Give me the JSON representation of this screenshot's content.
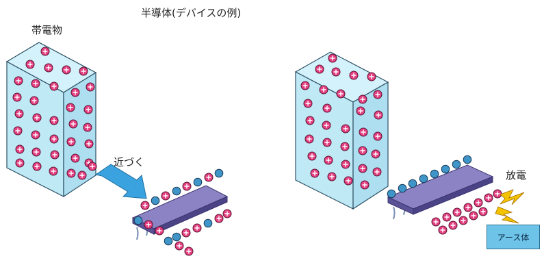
{
  "title": "半導体(デバイスの例)",
  "labels": {
    "charged_object": "帯電物",
    "approach": "近づく",
    "discharge": "放電",
    "earth": "アース体"
  },
  "colors": {
    "block_face": "#c6ecf7",
    "block_edge": "#2d4f63",
    "chip_top": "#8c83c4",
    "chip_side": "#5a5296",
    "plus_charge": "#e0387c",
    "blue_charge": "#3f94c8",
    "arrow": "#3aa3df",
    "spark": "#f4c300",
    "earth_box": "#6ec3e8"
  },
  "icons": [
    "plus-charge-icon",
    "spark-icon",
    "arrow-icon"
  ]
}
